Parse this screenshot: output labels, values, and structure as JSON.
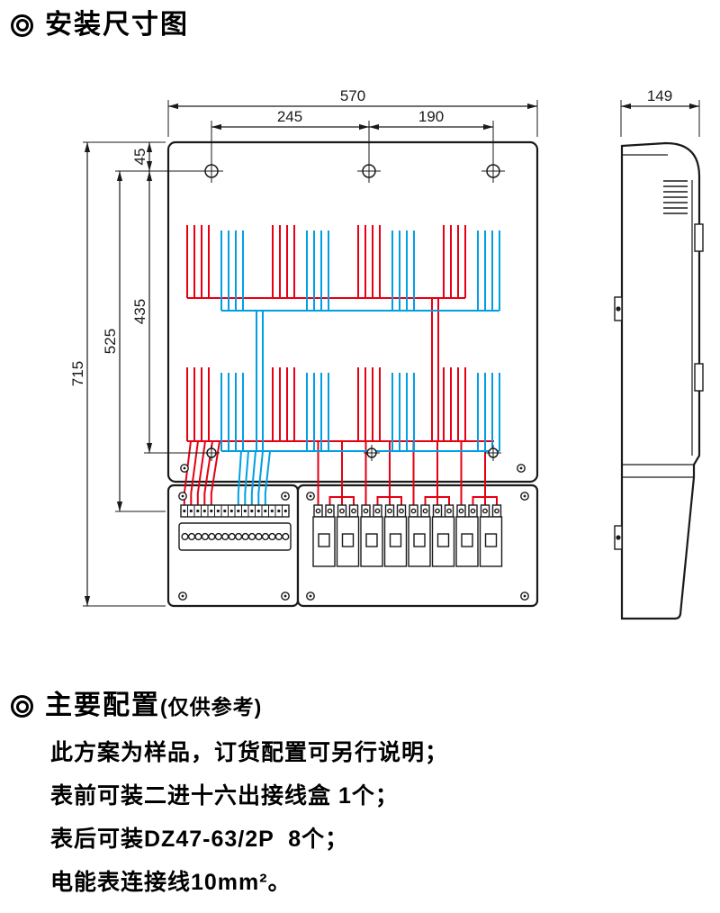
{
  "page": {
    "bullet_icon": "bullseye",
    "title": "安装尺寸图"
  },
  "dims": {
    "total_width": "570",
    "hole_span_left": "245",
    "hole_span_right": "190",
    "depth": "149",
    "top_offset": "45",
    "height_to_lower_holes": "435",
    "height_to_bottom_holes": "525",
    "total_height": "715"
  },
  "config": {
    "bullet_icon": "bullseye",
    "title": "主要配置",
    "subtitle": "(仅供参考)",
    "lines": [
      "此方案为样品，订货配置可另行说明；",
      "表前可装二进十六出接线盒 1个；",
      "表后可装DZ47-63/2P  8个；",
      "电能表连接线10mm²。"
    ]
  },
  "diagram": {
    "views": [
      "front-view",
      "side-view"
    ],
    "breaker_count": 8,
    "junction_terminal_count": 16,
    "top_mounting_hole_count": 3
  },
  "colors": {
    "wire_live": "#e60012",
    "wire_neutral": "#009fe3",
    "line_art": "#1a1a1a"
  }
}
